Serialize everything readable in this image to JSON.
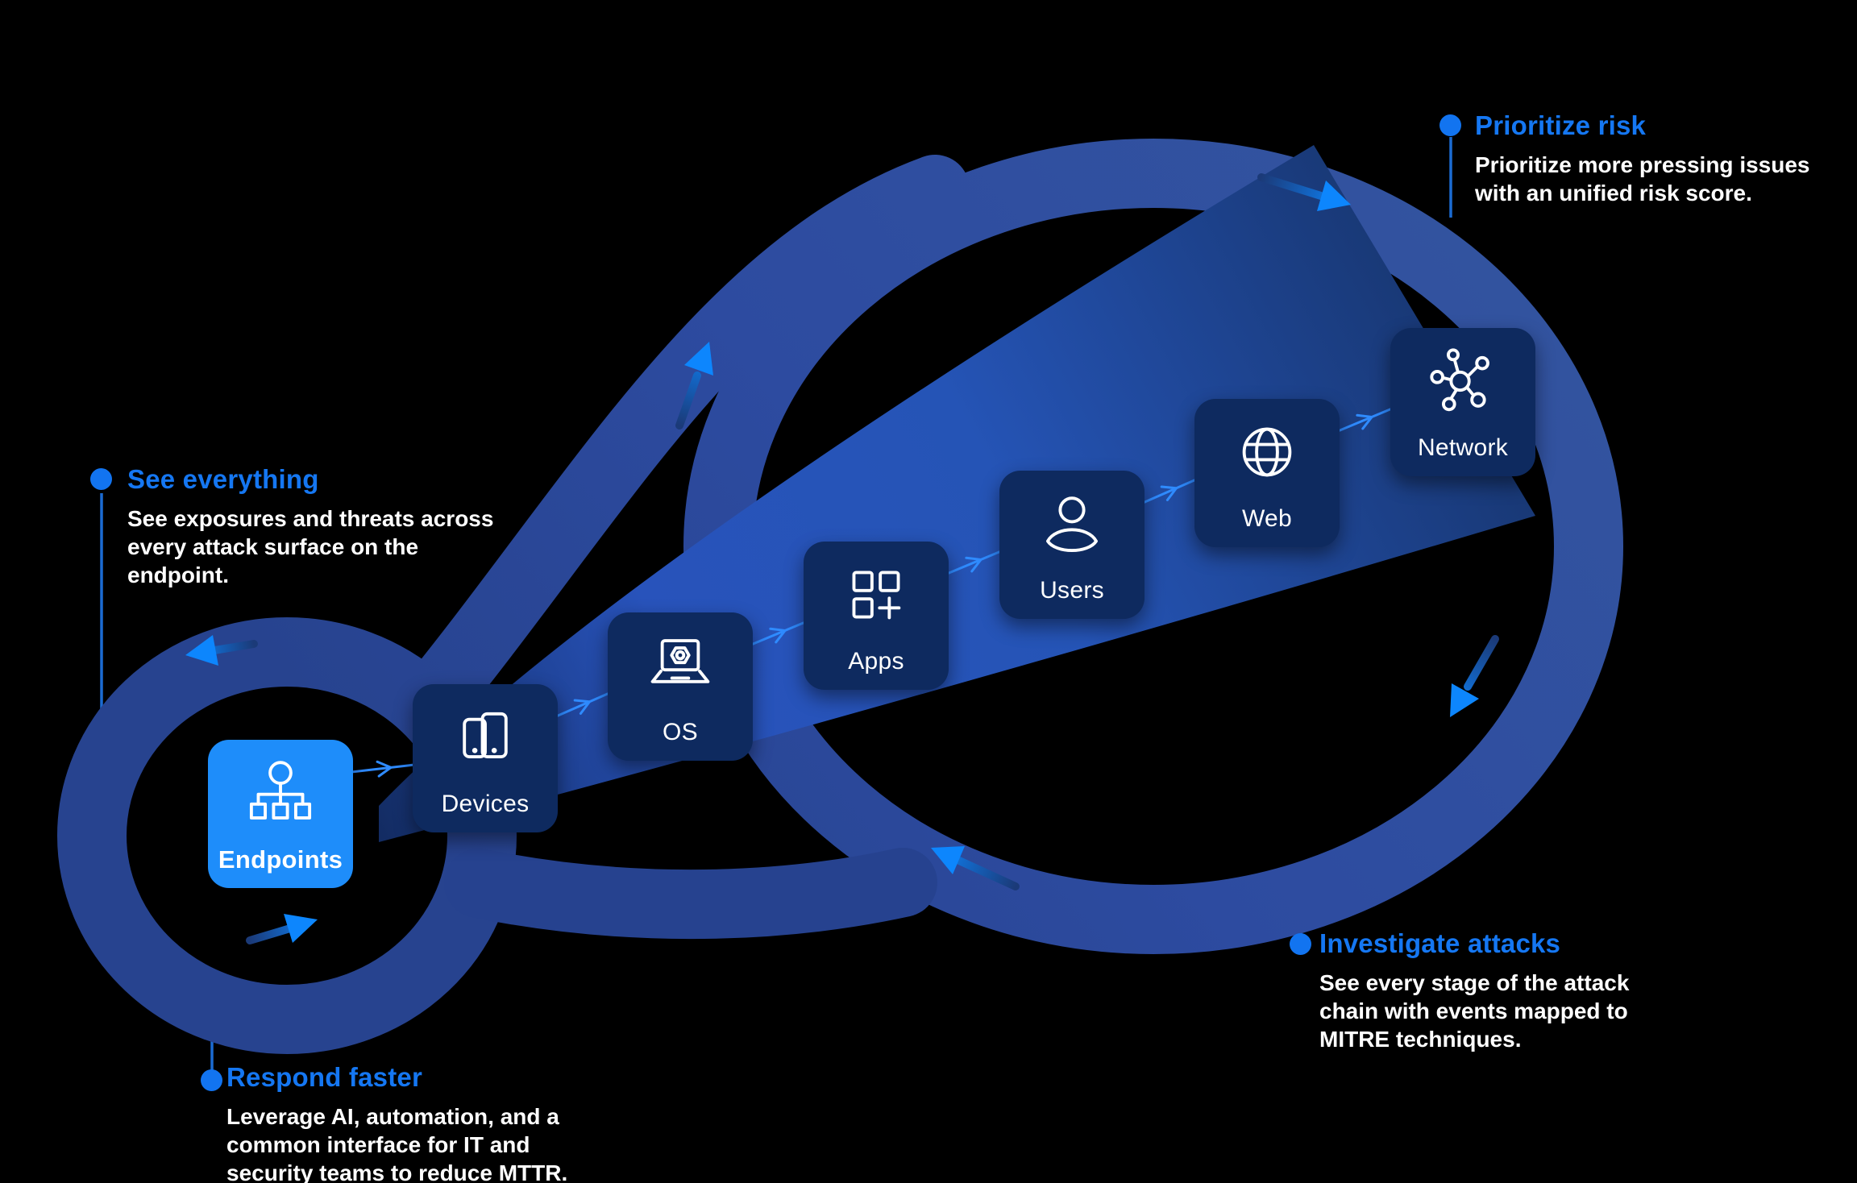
{
  "diagram_title": "",
  "callouts": {
    "see": {
      "title": "See everything",
      "body_lines": [
        "See exposures and threats across",
        "every attack surface on the",
        "endpoint."
      ]
    },
    "prioritize": {
      "title": "Prioritize risk",
      "body_lines": [
        "Prioritize more pressing issues",
        "with an unified risk score."
      ]
    },
    "investigate": {
      "title": "Investigate attacks",
      "body_lines": [
        "See every stage of the attack",
        "chain with events mapped to",
        "MITRE techniques."
      ]
    },
    "respond": {
      "title": "Respond faster",
      "body_lines": [
        "Leverage AI, automation, and a",
        "common interface for IT and",
        "security teams to reduce MTTR."
      ]
    }
  },
  "nodes": [
    {
      "id": "endpoints",
      "label": "Endpoints",
      "icon": "sitemap-icon",
      "highlight": true
    },
    {
      "id": "devices",
      "label": "Devices",
      "icon": "devices-icon"
    },
    {
      "id": "os",
      "label": "OS",
      "icon": "laptop-os-icon"
    },
    {
      "id": "apps",
      "label": "Apps",
      "icon": "apps-grid-plus-icon"
    },
    {
      "id": "users",
      "label": "Users",
      "icon": "user-icon"
    },
    {
      "id": "web",
      "label": "Web",
      "icon": "globe-icon"
    },
    {
      "id": "network",
      "label": "Network",
      "icon": "network-hub-icon"
    }
  ],
  "colors": {
    "background": "#000000",
    "accent_blue": "#1577f2",
    "ribbon_blue": "#2e4da2",
    "beam_bright_blue": "#2a55bd",
    "card_navy": "#0e2a5f",
    "endpoint_card_blue": "#1e8dfa",
    "arrow_bright_blue": "#0d86fd",
    "connector_blue": "#2f8bff",
    "text_white": "#ffffff"
  }
}
